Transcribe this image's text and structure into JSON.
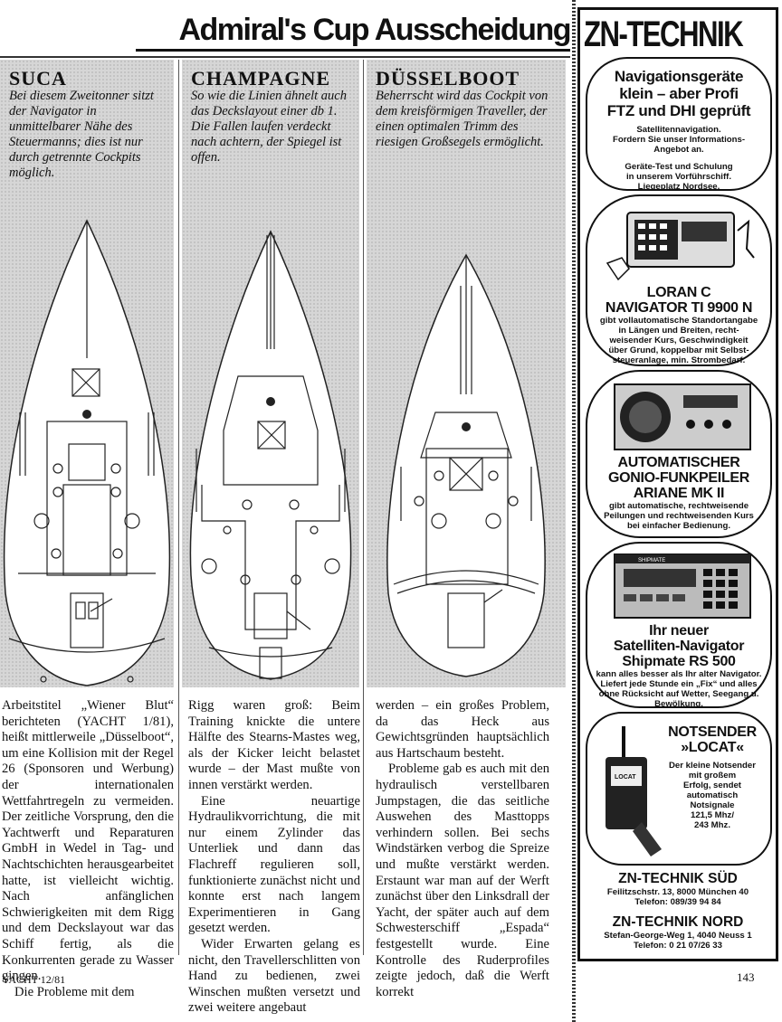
{
  "headline": "Admiral's Cup Ausscheidung",
  "boats": [
    {
      "name": "SUCA",
      "caption": "Bei diesem Zweitonner sitzt der Navigator in unmittelbarer Nähe des Steuermanns; dies ist nur durch getrennte Cockpits möglich."
    },
    {
      "name": "CHAMPAGNE",
      "caption": "So wie die Linien ähnelt auch das Deckslayout einer db 1. Die Fallen laufen verdeckt nach achtern, der Spiegel ist offen."
    },
    {
      "name": "DÜSSELBOOT",
      "caption": "Beherrscht wird das Cockpit von dem kreisförmigen Traveller, der einen optimalen Trimm des riesigen Großsegels ermöglicht."
    }
  ],
  "article": {
    "col1": [
      "Arbeitstitel „Wiener Blut“ berichteten (YACHT 1/81), heißt mittlerweile „Düsselboot“, um eine Kollision mit der Regel 26 (Sponsoren und Werbung) der internationalen Wettfahrtregeln zu vermeiden. Der zeitliche Vorsprung, den die Yachtwerft und Reparaturen GmbH in Wedel in Tag- und Nachtschichten herausgearbeitet hatte, ist vielleicht wichtig. Nach anfänglichen Schwierigkeiten mit dem Rigg und dem Deckslayout war das Schiff fertig, als die Konkurrenten gerade zu Wasser gingen.",
      "Die Probleme mit dem"
    ],
    "col2": [
      "Rigg waren groß: Beim Training knickte die untere Hälfte des Stearns-Mastes weg, als der Kicker leicht belastet wurde – der Mast mußte von innen verstärkt werden.",
      "Eine neuartige Hydraulikvorrichtung, die mit nur einem Zylinder das Unterliek und dann das Flachreff regulieren soll, funktionierte zunächst nicht und konnte erst nach langem Experimentieren in Gang gesetzt werden.",
      "Wider Erwarten gelang es nicht, den Travellerschlitten von Hand zu bedienen, zwei Winschen mußten versetzt und zwei weitere angebaut"
    ],
    "col3": [
      "werden – ein großes Problem, da das Heck aus Gewichtsgründen hauptsächlich aus Hartschaum besteht.",
      "Probleme gab es auch mit den hydraulisch verstellbaren Jumpstagen, die das seitliche Auswehen des Masttopps verhindern sollen. Bei sechs Windstärken verbog die Spreize und mußte verstärkt werden. Erstaunt war man auf der Werft zunächst über den Linksdrall der Yacht, der später auch auf dem Schwesterschiff „Espada“ festgestellt wurde. Eine Kontrolle des Ruderprofiles zeigte jedoch, daß die Werft korrekt"
    ]
  },
  "footer": {
    "left": "YACHT 12/81",
    "page": "143"
  },
  "ad": {
    "brand": "ZN-TECHNIK",
    "headline": [
      "Navigationsgeräte",
      "klein – aber Profi",
      "FTZ und DHI geprüft"
    ],
    "intro": [
      "Satellitennavigation.",
      "Fordern Sie unser Informations-",
      "Angebot an.",
      "",
      "Geräte-Test und Schulung",
      "in unserem Vorführschiff.",
      "Liegeplatz Nordsee."
    ],
    "products": [
      {
        "title": [
          "LORAN C",
          "NAVIGATOR TI 9900 N"
        ],
        "text": [
          "gibt vollautomatische Standortangabe",
          "in Längen und Breiten, recht-",
          "weisender Kurs, Geschwindigkeit",
          "über Grund, koppelbar mit Selbst-",
          "steueranlage, min. Strombedarf."
        ]
      },
      {
        "title": [
          "AUTOMATISCHER",
          "GONIO-FUNKPEILER",
          "ARIANE MK II"
        ],
        "text": [
          "gibt automatische, rechtweisende",
          "Peilungen und rechtweisenden Kurs",
          "bei einfacher Bedienung."
        ]
      },
      {
        "title": [
          "Ihr neuer",
          "Satelliten-Navigator",
          "Shipmate RS 500"
        ],
        "text": [
          "kann alles besser als Ihr alter Navigator.",
          "Liefert jede Stunde ein „Fix“ und alles",
          "ohne Rücksicht auf Wetter, Seegang u.",
          "Bewölkung."
        ]
      },
      {
        "title": [
          "NOTSENDER",
          "»LOCAT«"
        ],
        "text": [
          "Der kleine Notsender",
          "mit großem",
          "Erfolg, sendet",
          "automatisch",
          "Notsignale",
          "121,5 Mhz/",
          "243 Mhz."
        ]
      }
    ],
    "device_labels": {
      "shipmate": "SHIPMATE",
      "locat": "LOCAT"
    },
    "contacts": [
      {
        "name": "ZN-TECHNIK SÜD",
        "address": "Feilitzschstr. 13, 8000 München 40",
        "phone": "Telefon: 089/39 94 84"
      },
      {
        "name": "ZN-TECHNIK NORD",
        "address": "Stefan-George-Weg 1, 4040 Neuss 1",
        "phone": "Telefon: 0 21 07/26 33"
      }
    ]
  }
}
